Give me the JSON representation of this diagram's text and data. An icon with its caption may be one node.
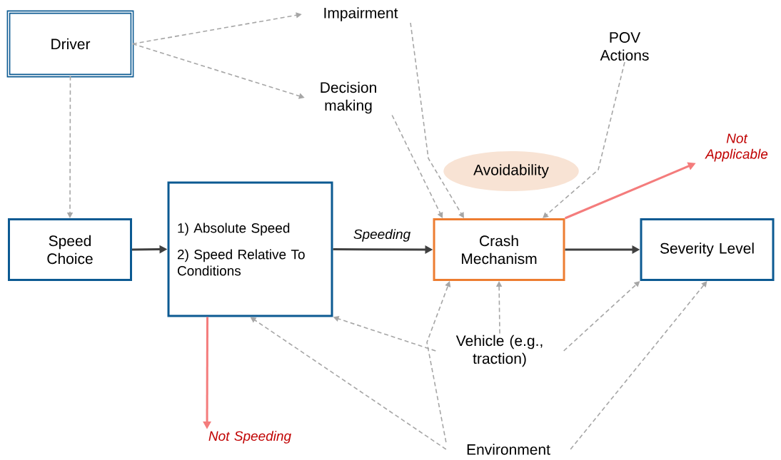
{
  "diagram": {
    "nodes": [
      {
        "text": [
          "Driver"
        ]
      },
      {
        "text": [
          "Impairment"
        ]
      },
      {
        "text": [
          "Decision making"
        ]
      },
      {
        "text": [
          "POV Actions"
        ]
      },
      {
        "text": [
          "Avoidability"
        ]
      },
      {
        "text": [
          "Speed Choice"
        ]
      },
      {
        "text": [
          "1) Absolute Speed",
          "2) Speed Relative To Conditions"
        ]
      },
      {
        "text": [
          "Crash Mechanism"
        ]
      },
      {
        "text": [
          "Severity Level"
        ]
      },
      {
        "text": [
          "Vehicle (e.g., traction)"
        ]
      },
      {
        "text": [
          "Environment"
        ]
      },
      {
        "text": [
          "Not Applicable"
        ]
      },
      {
        "text": [
          "Not Speeding"
        ]
      }
    ],
    "edges": [
      {
        "from": 0,
        "to": 1,
        "arrow": "to",
        "style": "dashed"
      },
      {
        "from": 0,
        "to": 2,
        "arrow": "to",
        "style": "dashed"
      },
      {
        "from": 0,
        "to": 5,
        "arrow": "to",
        "style": "dashed"
      },
      {
        "from": 1,
        "to": 7,
        "arrow": "to",
        "style": "dashed"
      },
      {
        "from": 2,
        "to": 7,
        "arrow": "to",
        "style": "dashed"
      },
      {
        "from": 3,
        "to": 7,
        "arrow": "to",
        "style": "dashed"
      },
      {
        "from": 5,
        "to": 6,
        "arrow": "to",
        "color": "#404040"
      },
      {
        "from": 6,
        "to": 7,
        "arrow": "to",
        "color": "#404040",
        "label": "Speeding"
      },
      {
        "from": 7,
        "to": 8,
        "arrow": "to",
        "color": "#404040"
      },
      {
        "from": 7,
        "to": 11,
        "arrow": "to",
        "color": "#f47c7c"
      },
      {
        "from": 6,
        "to": 12,
        "arrow": "to",
        "color": "#f47c7c"
      },
      {
        "from": 9,
        "to": 7,
        "arrow": "to",
        "style": "dashed"
      },
      {
        "from": 10,
        "to": 7,
        "arrow": "to",
        "style": "dashed"
      },
      {
        "from": 9,
        "to": 6,
        "arrow": "to",
        "style": "dashed"
      },
      {
        "from": 9,
        "to": 8,
        "arrow": "to",
        "style": "dashed"
      },
      {
        "from": 10,
        "to": 6,
        "arrow": "to",
        "style": "dashed"
      },
      {
        "from": 10,
        "to": 8,
        "arrow": "to",
        "style": "dashed"
      }
    ]
  }
}
